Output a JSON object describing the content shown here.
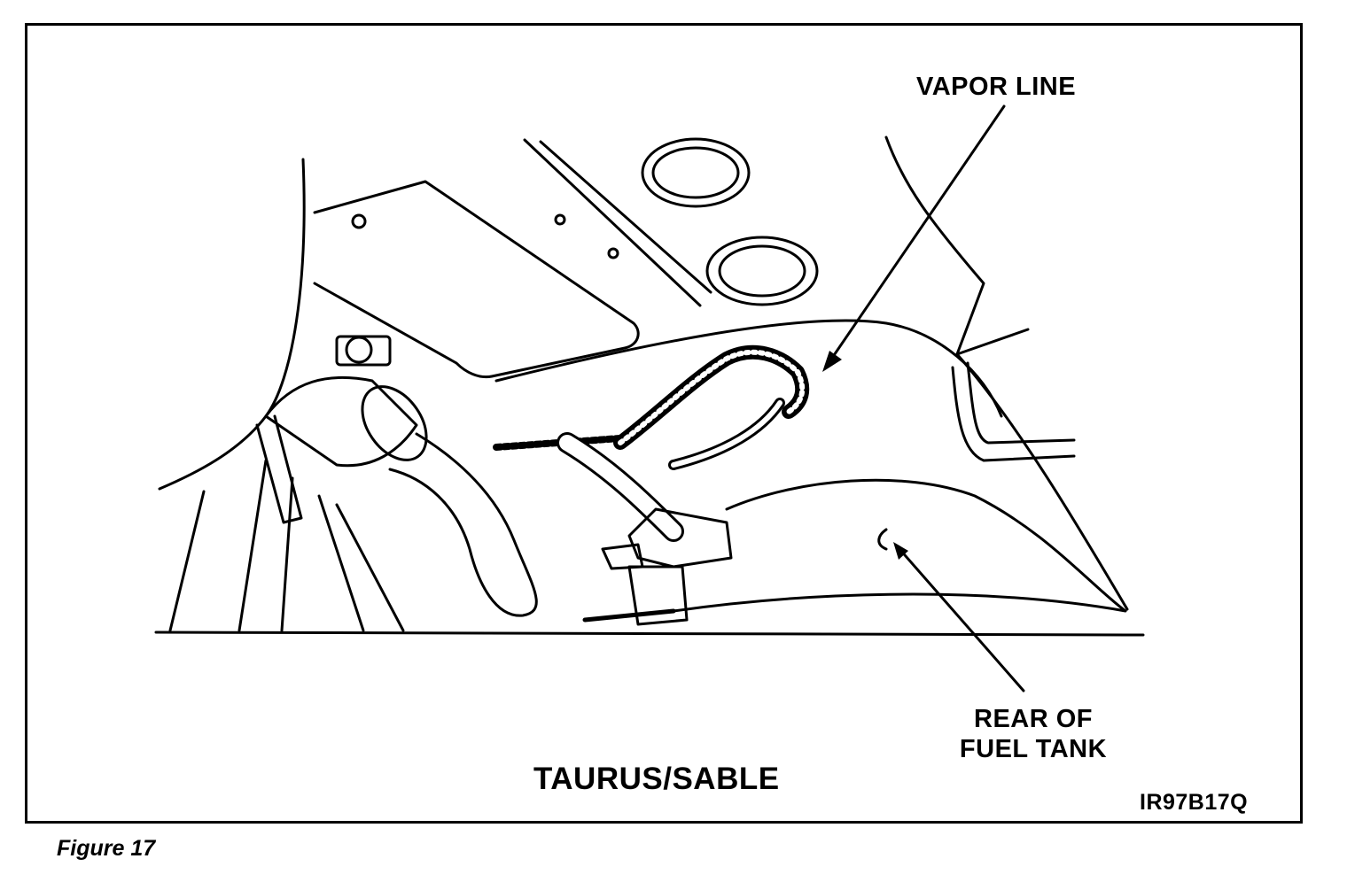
{
  "labels": {
    "vapor_line": "VAPOR LINE",
    "rear_of_fuel_tank": [
      "REAR OF",
      "FUEL TANK"
    ],
    "model": "TAURUS/SABLE",
    "code": "IR97B17Q"
  },
  "caption": "Figure 17",
  "colors": {
    "ink": "#000000",
    "paper": "#ffffff"
  }
}
